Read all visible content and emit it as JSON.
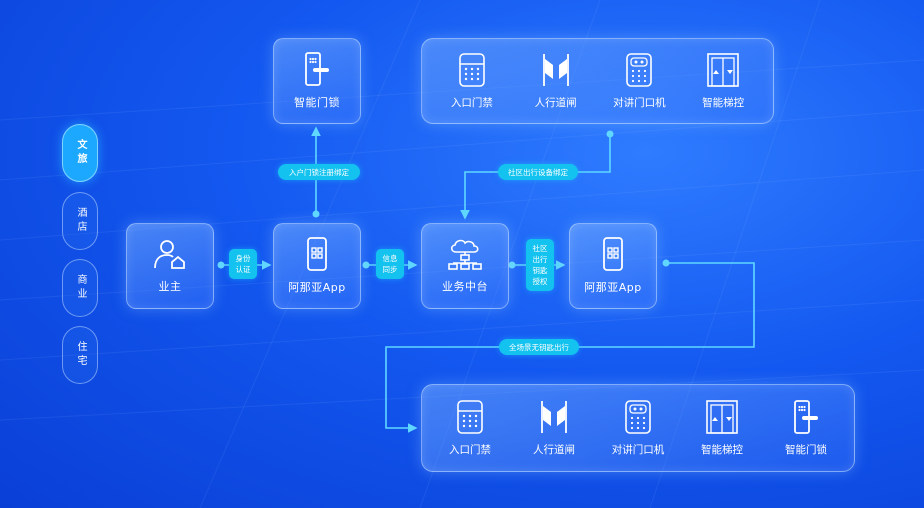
{
  "side_tabs": [
    {
      "label": "文旅",
      "active": true
    },
    {
      "label": "酒店",
      "active": false
    },
    {
      "label": "商业",
      "active": false
    },
    {
      "label": "住宅",
      "active": false
    }
  ],
  "nodes": {
    "owner": "业主",
    "app_left": "阿那亚App",
    "middle_platform": "业务中台",
    "app_right": "阿那亚App",
    "smart_lock": "智能门锁"
  },
  "pills": {
    "identity": "身份认证",
    "info_sync": "信息同步",
    "door_lock_binding": "入户门锁注册绑定",
    "community_binding": "社区出行设备绑定",
    "key_auth": "社区出行钥匙授权",
    "keyless": "全场景无钥匙出行"
  },
  "top_group": [
    "入口门禁",
    "人行道闸",
    "对讲门口机",
    "智能梯控"
  ],
  "bottom_group": [
    "入口门禁",
    "人行道闸",
    "对讲门口机",
    "智能梯控",
    "智能门锁"
  ],
  "colors": {
    "accent": "#13c2ef",
    "background": "#1358f0"
  }
}
